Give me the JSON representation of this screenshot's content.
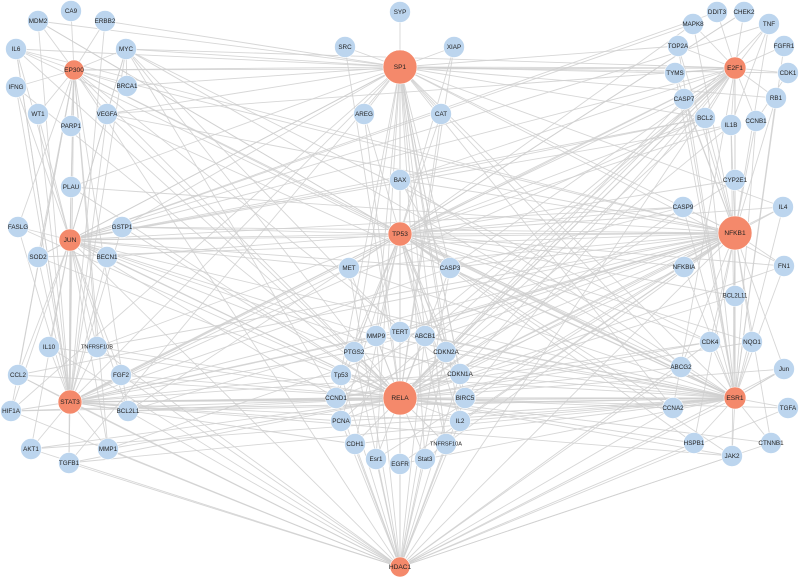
{
  "colors": {
    "hub": "#f4896b",
    "leaf": "#bcd5ee",
    "edge": "#cfcfcf",
    "label": "#222222"
  },
  "hubs": [
    "SP1",
    "E2F1",
    "EP300",
    "JUN",
    "TP53",
    "NFKB1",
    "STAT3",
    "RELA",
    "ESR1",
    "HDAC1"
  ],
  "nodes": [
    "SYP",
    "CA9",
    "MDM2",
    "ERBB2",
    "IL6",
    "EP300",
    "MYC",
    "IFNG",
    "BRCA1",
    "WT1",
    "VEGFA",
    "PARP1",
    "PLAU",
    "FASLG",
    "JUN",
    "GSTP1",
    "SOD2",
    "BECN1",
    "IL10",
    "TNFRSF10B",
    "CCL2",
    "FGF2",
    "STAT3",
    "HIF1A",
    "BCL2L1",
    "AKT1",
    "MMP1",
    "TGFB1",
    "SRC",
    "SP1",
    "XIAP",
    "AREG",
    "CAT",
    "BAX",
    "TP53",
    "MET",
    "CASP3",
    "MMP9",
    "TERT",
    "ABCB1",
    "PTGS2",
    "CDKN2A",
    "Tp53",
    "CDKN1A",
    "CCND1",
    "RELA",
    "BIRC5",
    "PCNA",
    "IL2",
    "CDH1",
    "Esr1",
    "EGFR",
    "Stat3",
    "TNFRSF10A",
    "HDAC1",
    "DDIT3",
    "CHEK2",
    "MAPK8",
    "TNF",
    "TOP2A",
    "FGFR1",
    "E2F1",
    "TYMS",
    "CDK1",
    "CASP7",
    "RB1",
    "BCL2",
    "IL1B",
    "CCNB1",
    "CYP2E1",
    "CASP9",
    "IL4",
    "NFKB1",
    "NFKBIA",
    "FN1",
    "BCL2L11",
    "CDK4",
    "NQO1",
    "ABCG2",
    "Jun",
    "ESR1",
    "CCNA2",
    "TGFA",
    "HSPB1",
    "CTNNB1",
    "JAK2"
  ],
  "edges": [
    [
      "SP1",
      "E2F1"
    ],
    [
      "SP1",
      "TP53"
    ],
    [
      "SP1",
      "NFKB1"
    ],
    [
      "SP1",
      "RELA"
    ],
    [
      "SP1",
      "STAT3"
    ],
    [
      "SP1",
      "JUN"
    ],
    [
      "SP1",
      "EP300"
    ],
    [
      "SP1",
      "HDAC1"
    ],
    [
      "SP1",
      "ESR1"
    ],
    [
      "SP1",
      "SYP"
    ],
    [
      "SP1",
      "SRC"
    ],
    [
      "SP1",
      "XIAP"
    ],
    [
      "SP1",
      "AREG"
    ],
    [
      "SP1",
      "CAT"
    ],
    [
      "SP1",
      "BAX"
    ],
    [
      "SP1",
      "MYC"
    ],
    [
      "SP1",
      "VEGFA"
    ],
    [
      "SP1",
      "CDKN1A"
    ],
    [
      "SP1",
      "CDKN2A"
    ],
    [
      "SP1",
      "TERT"
    ],
    [
      "SP1",
      "ABCB1"
    ],
    [
      "SP1",
      "MMP9"
    ],
    [
      "SP1",
      "PTGS2"
    ],
    [
      "SP1",
      "CCND1"
    ],
    [
      "SP1",
      "TYMS"
    ],
    [
      "SP1",
      "TOP2A"
    ],
    [
      "SP1",
      "CDK1"
    ],
    [
      "SP1",
      "RB1"
    ],
    [
      "SP1",
      "IL4"
    ],
    [
      "SP1",
      "FN1"
    ],
    [
      "SP1",
      "ABCG2"
    ],
    [
      "SP1",
      "BCL2"
    ],
    [
      "SP1",
      "CASP3"
    ],
    [
      "SP1",
      "MDM2"
    ],
    [
      "SP1",
      "ERBB2"
    ],
    [
      "SP1",
      "IL6"
    ],
    [
      "SP1",
      "BRCA1"
    ],
    [
      "SP1",
      "PLAU"
    ],
    [
      "SP1",
      "GSTP1"
    ],
    [
      "SP1",
      "SOD2"
    ],
    [
      "SP1",
      "TGFB1"
    ],
    [
      "SP1",
      "HIF1A"
    ],
    [
      "SP1",
      "CCNA2"
    ],
    [
      "SP1",
      "IL2"
    ],
    [
      "SP1",
      "EGFR"
    ],
    [
      "SP1",
      "Stat3"
    ],
    [
      "SP1",
      "Esr1"
    ],
    [
      "SP1",
      "BIRC5"
    ],
    [
      "SP1",
      "TNFRSF10A"
    ],
    [
      "E2F1",
      "TP53"
    ],
    [
      "E2F1",
      "RELA"
    ],
    [
      "E2F1",
      "MYC"
    ],
    [
      "E2F1",
      "EP300"
    ],
    [
      "E2F1",
      "RB1"
    ],
    [
      "E2F1",
      "CDK1"
    ],
    [
      "E2F1",
      "CCNB1"
    ],
    [
      "E2F1",
      "TYMS"
    ],
    [
      "E2F1",
      "TOP2A"
    ],
    [
      "E2F1",
      "CHEK2"
    ],
    [
      "E2F1",
      "DDIT3"
    ],
    [
      "E2F1",
      "MAPK8"
    ],
    [
      "E2F1",
      "TNF"
    ],
    [
      "E2F1",
      "FGFR1"
    ],
    [
      "E2F1",
      "CASP7"
    ],
    [
      "E2F1",
      "BCL2"
    ],
    [
      "E2F1",
      "IL1B"
    ],
    [
      "E2F1",
      "CYP2E1"
    ],
    [
      "E2F1",
      "CDKN2A"
    ],
    [
      "E2F1",
      "CDKN1A"
    ],
    [
      "E2F1",
      "BIRC5"
    ],
    [
      "E2F1",
      "CCNA2"
    ],
    [
      "E2F1",
      "ABCB1"
    ],
    [
      "E2F1",
      "PCNA"
    ],
    [
      "E2F1",
      "BAX"
    ],
    [
      "E2F1",
      "CASP3"
    ],
    [
      "E2F1",
      "JUN"
    ],
    [
      "E2F1",
      "STAT3"
    ],
    [
      "E2F1",
      "HDAC1"
    ],
    [
      "E2F1",
      "CCND1"
    ],
    [
      "E2F1",
      "VEGFA"
    ],
    [
      "E2F1",
      "ESR1"
    ],
    [
      "E2F1",
      "NFKB1"
    ],
    [
      "EP300",
      "TP53"
    ],
    [
      "EP300",
      "RELA"
    ],
    [
      "EP300",
      "STAT3"
    ],
    [
      "EP300",
      "JUN"
    ],
    [
      "EP300",
      "CA9"
    ],
    [
      "EP300",
      "MDM2"
    ],
    [
      "EP300",
      "ERBB2"
    ],
    [
      "EP300",
      "IL6"
    ],
    [
      "EP300",
      "IFNG"
    ],
    [
      "EP300",
      "WT1"
    ],
    [
      "EP300",
      "PARP1"
    ],
    [
      "EP300",
      "MYC"
    ],
    [
      "EP300",
      "BRCA1"
    ],
    [
      "EP300",
      "VEGFA"
    ],
    [
      "EP300",
      "HIF1A"
    ],
    [
      "EP300",
      "HDAC1"
    ],
    [
      "EP300",
      "NFKB1"
    ],
    [
      "EP300",
      "ESR1"
    ],
    [
      "EP300",
      "CDKN1A"
    ],
    [
      "EP300",
      "BCL2L1"
    ],
    [
      "EP300",
      "CCL2"
    ],
    [
      "EP300",
      "SOD2"
    ],
    [
      "EP300",
      "FASLG"
    ],
    [
      "EP300",
      "PLAU"
    ],
    [
      "EP300",
      "TNFRSF10B"
    ],
    [
      "EP300",
      "MMP1"
    ],
    [
      "JUN",
      "TP53"
    ],
    [
      "JUN",
      "RELA"
    ],
    [
      "JUN",
      "NFKB1"
    ],
    [
      "JUN",
      "STAT3"
    ],
    [
      "JUN",
      "GSTP1"
    ],
    [
      "JUN",
      "FASLG"
    ],
    [
      "JUN",
      "PLAU"
    ],
    [
      "JUN",
      "SOD2"
    ],
    [
      "JUN",
      "BECN1"
    ],
    [
      "JUN",
      "WT1"
    ],
    [
      "JUN",
      "VEGFA"
    ],
    [
      "JUN",
      "IL6"
    ],
    [
      "JUN",
      "MMP1"
    ],
    [
      "JUN",
      "TGFB1"
    ],
    [
      "JUN",
      "BCL2L1"
    ],
    [
      "JUN",
      "AKT1"
    ],
    [
      "JUN",
      "HIF1A"
    ],
    [
      "JUN",
      "IL10"
    ],
    [
      "JUN",
      "TNFRSF10B"
    ],
    [
      "JUN",
      "CCL2"
    ],
    [
      "JUN",
      "MET"
    ],
    [
      "JUN",
      "CASP3"
    ],
    [
      "JUN",
      "MMP9"
    ],
    [
      "JUN",
      "CCND1"
    ],
    [
      "JUN",
      "PTGS2"
    ],
    [
      "JUN",
      "ESR1"
    ],
    [
      "JUN",
      "HDAC1"
    ],
    [
      "JUN",
      "CDKN1A"
    ],
    [
      "JUN",
      "BAX"
    ],
    [
      "JUN",
      "FGF2"
    ],
    [
      "JUN",
      "IFNG"
    ],
    [
      "JUN",
      "MYC"
    ],
    [
      "JUN",
      "BCL2"
    ],
    [
      "JUN",
      "TNF"
    ],
    [
      "JUN",
      "IL1B"
    ],
    [
      "JUN",
      "CASP9"
    ],
    [
      "TP53",
      "RELA"
    ],
    [
      "TP53",
      "NFKB1"
    ],
    [
      "TP53",
      "STAT3"
    ],
    [
      "TP53",
      "HDAC1"
    ],
    [
      "TP53",
      "ESR1"
    ],
    [
      "TP53",
      "BAX"
    ],
    [
      "TP53",
      "MET"
    ],
    [
      "TP53",
      "CASP3"
    ],
    [
      "TP53",
      "MMP9"
    ],
    [
      "TP53",
      "TERT"
    ],
    [
      "TP53",
      "ABCB1"
    ],
    [
      "TP53",
      "CDKN2A"
    ],
    [
      "TP53",
      "CDKN1A"
    ],
    [
      "TP53",
      "PTGS2"
    ],
    [
      "TP53",
      "Tp53"
    ],
    [
      "TP53",
      "CCND1"
    ],
    [
      "TP53",
      "BIRC5"
    ],
    [
      "TP53",
      "PCNA"
    ],
    [
      "TP53",
      "IL2"
    ],
    [
      "TP53",
      "CDH1"
    ],
    [
      "TP53",
      "EGFR"
    ],
    [
      "TP53",
      "TNFRSF10A"
    ],
    [
      "TP53",
      "MDM2"
    ],
    [
      "TP53",
      "XIAP"
    ],
    [
      "TP53",
      "CAT"
    ],
    [
      "TP53",
      "AREG"
    ],
    [
      "TP53",
      "GSTP1"
    ],
    [
      "TP53",
      "BECN1"
    ],
    [
      "TP53",
      "TNFRSF10B"
    ],
    [
      "TP53",
      "FGF2"
    ],
    [
      "TP53",
      "BCL2L1"
    ],
    [
      "TP53",
      "CASP9"
    ],
    [
      "TP53",
      "NFKBIA"
    ],
    [
      "TP53",
      "BCL2L11"
    ],
    [
      "TP53",
      "CDK4"
    ],
    [
      "TP53",
      "NQO1"
    ],
    [
      "TP53",
      "ABCG2"
    ],
    [
      "TP53",
      "CCNA2"
    ],
    [
      "TP53",
      "HSPB1"
    ],
    [
      "TP53",
      "JAK2"
    ],
    [
      "TP53",
      "CASP7"
    ],
    [
      "TP53",
      "BCL2"
    ],
    [
      "TP53",
      "IL1B"
    ],
    [
      "TP53",
      "CYP2E1"
    ],
    [
      "TP53",
      "CHEK2"
    ],
    [
      "TP53",
      "MAPK8"
    ],
    [
      "TP53",
      "IL4"
    ],
    [
      "TP53",
      "FN1"
    ],
    [
      "NFKB1",
      "RELA"
    ],
    [
      "NFKB1",
      "STAT3"
    ],
    [
      "NFKB1",
      "ESR1"
    ],
    [
      "NFKB1",
      "HDAC1"
    ],
    [
      "NFKB1",
      "IL4"
    ],
    [
      "NFKB1",
      "CASP9"
    ],
    [
      "NFKB1",
      "NFKBIA"
    ],
    [
      "NFKB1",
      "FN1"
    ],
    [
      "NFKB1",
      "BCL2L11"
    ],
    [
      "NFKB1",
      "CDK4"
    ],
    [
      "NFKB1",
      "NQO1"
    ],
    [
      "NFKB1",
      "ABCG2"
    ],
    [
      "NFKB1",
      "CYP2E1"
    ],
    [
      "NFKB1",
      "IL1B"
    ],
    [
      "NFKB1",
      "BCL2"
    ],
    [
      "NFKB1",
      "CASP7"
    ],
    [
      "NFKB1",
      "CCNB1"
    ],
    [
      "NFKB1",
      "TNF"
    ],
    [
      "NFKB1",
      "MAPK8"
    ],
    [
      "NFKB1",
      "TOP2A"
    ],
    [
      "NFKB1",
      "TYMS"
    ],
    [
      "NFKB1",
      "RB1"
    ],
    [
      "NFKB1",
      "MMP9"
    ],
    [
      "NFKB1",
      "PTGS2"
    ],
    [
      "NFKB1",
      "CCND1"
    ],
    [
      "NFKB1",
      "CDKN1A"
    ],
    [
      "NFKB1",
      "BIRC5"
    ],
    [
      "NFKB1",
      "TERT"
    ],
    [
      "NFKB1",
      "IL2"
    ],
    [
      "NFKB1",
      "CASP3"
    ],
    [
      "NFKB1",
      "BAX"
    ],
    [
      "NFKB1",
      "GSTP1"
    ],
    [
      "NFKB1",
      "IL6"
    ],
    [
      "NFKB1",
      "VEGFA"
    ],
    [
      "NFKB1",
      "SOD2"
    ],
    [
      "NFKB1",
      "BCL2L1"
    ],
    [
      "NFKB1",
      "MMP1"
    ],
    [
      "NFKB1",
      "CCL2"
    ],
    [
      "NFKB1",
      "TNFRSF10B"
    ],
    [
      "NFKB1",
      "PLAU"
    ],
    [
      "NFKB1",
      "MET"
    ],
    [
      "NFKB1",
      "Jun"
    ],
    [
      "NFKB1",
      "HSPB1"
    ],
    [
      "NFKB1",
      "JAK2"
    ],
    [
      "NFKB1",
      "CTNNB1"
    ],
    [
      "NFKB1",
      "Esr1"
    ],
    [
      "NFKB1",
      "EGFR"
    ],
    [
      "NFKB1",
      "Stat3"
    ],
    [
      "STAT3",
      "RELA"
    ],
    [
      "STAT3",
      "ESR1"
    ],
    [
      "STAT3",
      "HDAC1"
    ],
    [
      "STAT3",
      "HIF1A"
    ],
    [
      "STAT3",
      "AKT1"
    ],
    [
      "STAT3",
      "TGFB1"
    ],
    [
      "STAT3",
      "MMP1"
    ],
    [
      "STAT3",
      "BCL2L1"
    ],
    [
      "STAT3",
      "FGF2"
    ],
    [
      "STAT3",
      "CCL2"
    ],
    [
      "STAT3",
      "IL10"
    ],
    [
      "STAT3",
      "TNFRSF10B"
    ],
    [
      "STAT3",
      "BECN1"
    ],
    [
      "STAT3",
      "SOD2"
    ],
    [
      "STAT3",
      "FASLG"
    ],
    [
      "STAT3",
      "IL6"
    ],
    [
      "STAT3",
      "IFNG"
    ],
    [
      "STAT3",
      "WT1"
    ],
    [
      "STAT3",
      "MYC"
    ],
    [
      "STAT3",
      "VEGFA"
    ],
    [
      "STAT3",
      "GSTP1"
    ],
    [
      "STAT3",
      "PLAU"
    ],
    [
      "STAT3",
      "MET"
    ],
    [
      "STAT3",
      "MMP9"
    ],
    [
      "STAT3",
      "PTGS2"
    ],
    [
      "STAT3",
      "CCND1"
    ],
    [
      "STAT3",
      "BIRC5"
    ],
    [
      "STAT3",
      "CDKN1A"
    ],
    [
      "STAT3",
      "TERT"
    ],
    [
      "STAT3",
      "PCNA"
    ],
    [
      "STAT3",
      "CDH1"
    ],
    [
      "STAT3",
      "IL2"
    ],
    [
      "STAT3",
      "BCL2"
    ],
    [
      "STAT3",
      "JAK2"
    ],
    [
      "STAT3",
      "CASP3"
    ],
    [
      "STAT3",
      "Tp53"
    ],
    [
      "STAT3",
      "ERBB2"
    ],
    [
      "STAT3",
      "MDM2"
    ],
    [
      "RELA",
      "ESR1"
    ],
    [
      "RELA",
      "HDAC1"
    ],
    [
      "RELA",
      "MMP9"
    ],
    [
      "RELA",
      "TERT"
    ],
    [
      "RELA",
      "ABCB1"
    ],
    [
      "RELA",
      "PTGS2"
    ],
    [
      "RELA",
      "CDKN2A"
    ],
    [
      "RELA",
      "Tp53"
    ],
    [
      "RELA",
      "CDKN1A"
    ],
    [
      "RELA",
      "CCND1"
    ],
    [
      "RELA",
      "BIRC5"
    ],
    [
      "RELA",
      "PCNA"
    ],
    [
      "RELA",
      "IL2"
    ],
    [
      "RELA",
      "CDH1"
    ],
    [
      "RELA",
      "Esr1"
    ],
    [
      "RELA",
      "EGFR"
    ],
    [
      "RELA",
      "Stat3"
    ],
    [
      "RELA",
      "TNFRSF10A"
    ],
    [
      "RELA",
      "MET"
    ],
    [
      "RELA",
      "CASP3"
    ],
    [
      "RELA",
      "BAX"
    ],
    [
      "RELA",
      "CCNA2"
    ],
    [
      "RELA",
      "CDK4"
    ],
    [
      "RELA",
      "ABCG2"
    ],
    [
      "RELA",
      "NQO1"
    ],
    [
      "RELA",
      "BCL2L11"
    ],
    [
      "RELA",
      "NFKBIA"
    ],
    [
      "RELA",
      "CASP9"
    ],
    [
      "RELA",
      "HSPB1"
    ],
    [
      "RELA",
      "JAK2"
    ],
    [
      "RELA",
      "Jun"
    ],
    [
      "RELA",
      "TGFA"
    ],
    [
      "RELA",
      "CTNNB1"
    ],
    [
      "RELA",
      "FGF2"
    ],
    [
      "RELA",
      "BCL2L1"
    ],
    [
      "RELA",
      "MMP1"
    ],
    [
      "RELA",
      "TGFB1"
    ],
    [
      "RELA",
      "AKT1"
    ],
    [
      "RELA",
      "HIF1A"
    ],
    [
      "RELA",
      "CCL2"
    ],
    [
      "RELA",
      "IL10"
    ],
    [
      "RELA",
      "TNFRSF10B"
    ],
    [
      "RELA",
      "BECN1"
    ],
    [
      "RELA",
      "SOD2"
    ],
    [
      "RELA",
      "GSTP1"
    ],
    [
      "RELA",
      "FASLG"
    ],
    [
      "RELA",
      "PLAU"
    ],
    [
      "RELA",
      "VEGFA"
    ],
    [
      "RELA",
      "IL6"
    ],
    [
      "RELA",
      "IFNG"
    ],
    [
      "RELA",
      "MYC"
    ],
    [
      "RELA",
      "SRC"
    ],
    [
      "RELA",
      "XIAP"
    ],
    [
      "RELA",
      "CAT"
    ],
    [
      "RELA",
      "AREG"
    ],
    [
      "RELA",
      "TNF"
    ],
    [
      "RELA",
      "IL1B"
    ],
    [
      "RELA",
      "BCL2"
    ],
    [
      "RELA",
      "CASP7"
    ],
    [
      "RELA",
      "CYP2E1"
    ],
    [
      "RELA",
      "IL4"
    ],
    [
      "RELA",
      "FN1"
    ],
    [
      "ESR1",
      "HDAC1"
    ],
    [
      "ESR1",
      "TGFA"
    ],
    [
      "ESR1",
      "HSPB1"
    ],
    [
      "ESR1",
      "JAK2"
    ],
    [
      "ESR1",
      "CTNNB1"
    ],
    [
      "ESR1",
      "CCNA2"
    ],
    [
      "ESR1",
      "Jun"
    ],
    [
      "ESR1",
      "ABCG2"
    ],
    [
      "ESR1",
      "NQO1"
    ],
    [
      "ESR1",
      "CDK4"
    ],
    [
      "ESR1",
      "BCL2L11"
    ],
    [
      "ESR1",
      "FN1"
    ],
    [
      "ESR1",
      "NFKBIA"
    ],
    [
      "ESR1",
      "IL4"
    ],
    [
      "ESR1",
      "CASP9"
    ],
    [
      "ESR1",
      "CCND1"
    ],
    [
      "ESR1",
      "CDKN1A"
    ],
    [
      "ESR1",
      "PTGS2"
    ],
    [
      "ESR1",
      "MMP9"
    ],
    [
      "ESR1",
      "BIRC5"
    ],
    [
      "ESR1",
      "BCL2"
    ],
    [
      "ESR1",
      "TOP2A"
    ],
    [
      "ESR1",
      "TYMS"
    ],
    [
      "ESR1",
      "EGFR"
    ],
    [
      "ESR1",
      "PCNA"
    ],
    [
      "ESR1",
      "CDH1"
    ],
    [
      "ESR1",
      "IL2"
    ],
    [
      "ESR1",
      "Tp53"
    ],
    [
      "ESR1",
      "CDKN2A"
    ],
    [
      "ESR1",
      "ABCB1"
    ],
    [
      "ESR1",
      "TERT"
    ],
    [
      "ESR1",
      "CASP3"
    ],
    [
      "ESR1",
      "MET"
    ],
    [
      "ESR1",
      "BAX"
    ],
    [
      "ESR1",
      "IL6"
    ],
    [
      "ESR1",
      "VEGFA"
    ],
    [
      "ESR1",
      "BCL2L1"
    ],
    [
      "ESR1",
      "TGFB1"
    ],
    [
      "ESR1",
      "AKT1"
    ],
    [
      "ESR1",
      "HIF1A"
    ],
    [
      "ESR1",
      "MYC"
    ],
    [
      "ESR1",
      "IL1B"
    ],
    [
      "ESR1",
      "CASP7"
    ],
    [
      "ESR1",
      "CCNB1"
    ],
    [
      "ESR1",
      "CYP2E1"
    ],
    [
      "ESR1",
      "RB1"
    ],
    [
      "ESR1",
      "FGFR1"
    ],
    [
      "HDAC1",
      "MMP9"
    ],
    [
      "HDAC1",
      "TERT"
    ],
    [
      "HDAC1",
      "ABCB1"
    ],
    [
      "HDAC1",
      "PTGS2"
    ],
    [
      "HDAC1",
      "CDKN2A"
    ],
    [
      "HDAC1",
      "Tp53"
    ],
    [
      "HDAC1",
      "CDKN1A"
    ],
    [
      "HDAC1",
      "CCND1"
    ],
    [
      "HDAC1",
      "BIRC5"
    ],
    [
      "HDAC1",
      "PCNA"
    ],
    [
      "HDAC1",
      "IL2"
    ],
    [
      "HDAC1",
      "CDH1"
    ],
    [
      "HDAC1",
      "Esr1"
    ],
    [
      "HDAC1",
      "EGFR"
    ],
    [
      "HDAC1",
      "Stat3"
    ],
    [
      "HDAC1",
      "TNFRSF10A"
    ],
    [
      "HDAC1",
      "BAX"
    ],
    [
      "HDAC1",
      "CASP3"
    ],
    [
      "HDAC1",
      "MET"
    ],
    [
      "HDAC1",
      "FGF2"
    ],
    [
      "HDAC1",
      "BCL2L1"
    ],
    [
      "HDAC1",
      "MMP1"
    ],
    [
      "HDAC1",
      "TGFB1"
    ],
    [
      "HDAC1",
      "AKT1"
    ],
    [
      "HDAC1",
      "HIF1A"
    ],
    [
      "HDAC1",
      "CCL2"
    ],
    [
      "HDAC1",
      "TNFRSF10B"
    ],
    [
      "HDAC1",
      "IL10"
    ],
    [
      "HDAC1",
      "CCNA2"
    ],
    [
      "HDAC1",
      "CDK4"
    ],
    [
      "HDAC1",
      "ABCG2"
    ],
    [
      "HDAC1",
      "JAK2"
    ],
    [
      "HDAC1",
      "HSPB1"
    ],
    [
      "HDAC1",
      "CTNNB1"
    ],
    [
      "HDAC1",
      "Jun"
    ],
    [
      "HDAC1",
      "TGFA"
    ],
    [
      "MYC",
      "BRCA1"
    ],
    [
      "MYC",
      "VEGFA"
    ],
    [
      "MYC",
      "CDK4"
    ],
    [
      "MYC",
      "TERT"
    ],
    [
      "MYC",
      "CCND1"
    ],
    [
      "CDKN1A",
      "CCND1"
    ],
    [
      "MDM2",
      "TP53"
    ],
    [
      "BAX",
      "CASP3"
    ],
    [
      "CASP3",
      "CASP9"
    ],
    [
      "BCL2",
      "BAX"
    ],
    [
      "CCNB1",
      "CDK1"
    ],
    [
      "CDK4",
      "CCND1"
    ],
    [
      "Jun",
      "ESR1"
    ],
    [
      "TNF",
      "IL1B"
    ],
    [
      "IL6",
      "STAT3"
    ],
    [
      "CHEK2",
      "TP53"
    ],
    [
      "MAPK8",
      "JUN"
    ],
    [
      "DDIT3",
      "JUN"
    ]
  ]
}
